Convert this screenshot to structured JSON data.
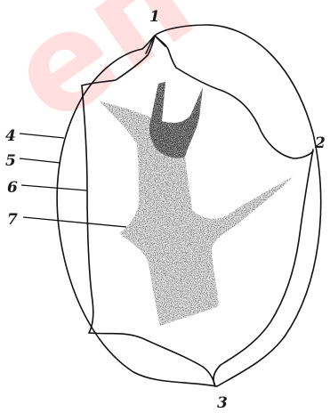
{
  "figure": {
    "labels": {
      "l1": "1",
      "l2": "2",
      "l3": "3",
      "l4": "4",
      "l5": "5",
      "l6": "6",
      "l7": "7"
    }
  },
  "watermark": {
    "text": "еп"
  },
  "colors": {
    "ink": "#111111",
    "background": "#ffffff",
    "watermark": "#ff0000"
  }
}
